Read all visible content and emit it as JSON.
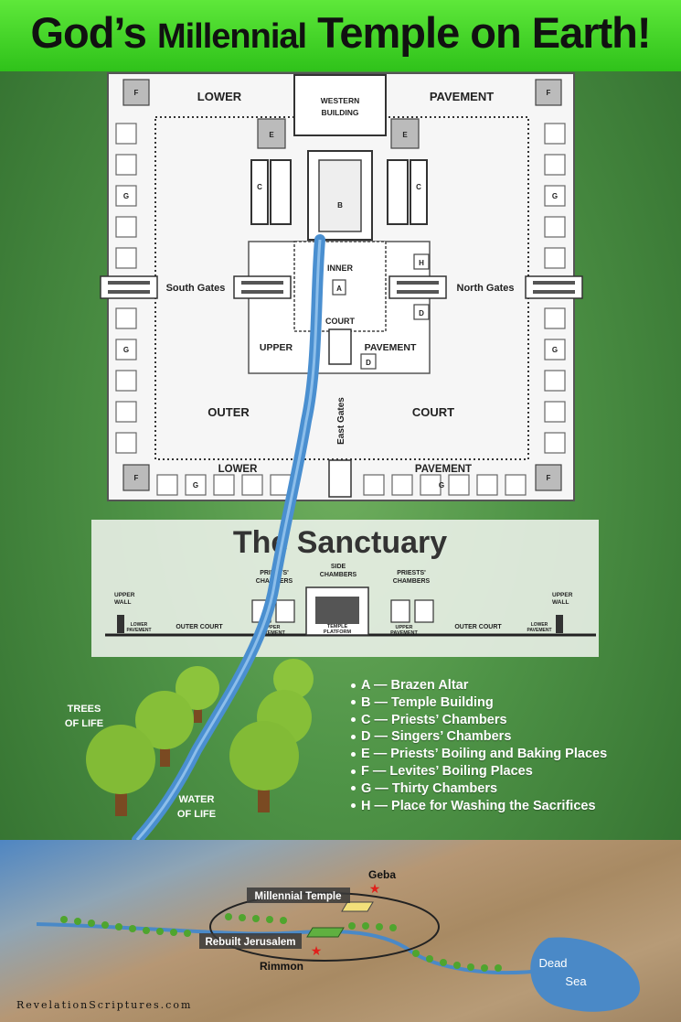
{
  "banner": {
    "title_part1": "God’s",
    "title_part2": "Millennial",
    "title_part3": "Temple on Earth!",
    "color": "#36d11f"
  },
  "plan": {
    "lower_left": "LOWER",
    "pavement_right": "PAVEMENT",
    "western_building": [
      "WESTERN",
      "BUILDING"
    ],
    "south_gates": "South Gates",
    "north_gates": "North Gates",
    "inner": "INNER",
    "court_inner": "COURT",
    "upper": "UPPER",
    "pavement_upper": "PAVEMENT",
    "outer": "OUTER",
    "court_outer": "COURT",
    "east_gates": "East Gates",
    "lower_bottom": "LOWER",
    "pavement_bottom": "PAVEMENT",
    "letters": {
      "a": "A",
      "b": "B",
      "c": "C",
      "d": "D",
      "e": "E",
      "f": "F",
      "g": "G",
      "h": "H"
    }
  },
  "sanctuary": {
    "title": "The Sanctuary",
    "upper_wall": [
      "UPPER",
      "WALL"
    ],
    "priests_chambers": [
      "PRIESTS'",
      "CHAMBERS"
    ],
    "side_chambers": [
      "SIDE",
      "CHAMBERS"
    ],
    "outer_court": "OUTER COURT",
    "upper_pavement": [
      "UPPER",
      "PAVEMENT"
    ],
    "temple_platform": [
      "TEMPLE",
      "PLATFORM"
    ],
    "lower_pavement": [
      "LOWER",
      "PAVEMENT"
    ]
  },
  "labels": {
    "trees_of_life": [
      "TREES",
      "OF LIFE"
    ],
    "water_of_life": [
      "WATER",
      "OF LIFE"
    ]
  },
  "legend": [
    "A — Brazen Altar",
    "B — Temple Building",
    "C — Priests’ Chambers",
    "D — Singers’ Chambers",
    "E — Priests’ Boiling and Baking Places",
    "F — Levites’ Boiling Places",
    "G — Thirty Chambers",
    "H — Place for Washing the Sacrifices"
  ],
  "map": {
    "geba": "Geba",
    "millennial_temple": "Millennial Temple",
    "rebuilt_jerusalem": "Rebuilt Jerusalem",
    "rimmon": "Rimmon",
    "dead_sea": [
      "Dead",
      "Sea"
    ],
    "site": "RevelationScriptures.com"
  },
  "colors": {
    "river": "#4a8fd0",
    "map_marker": "#e0201b"
  }
}
